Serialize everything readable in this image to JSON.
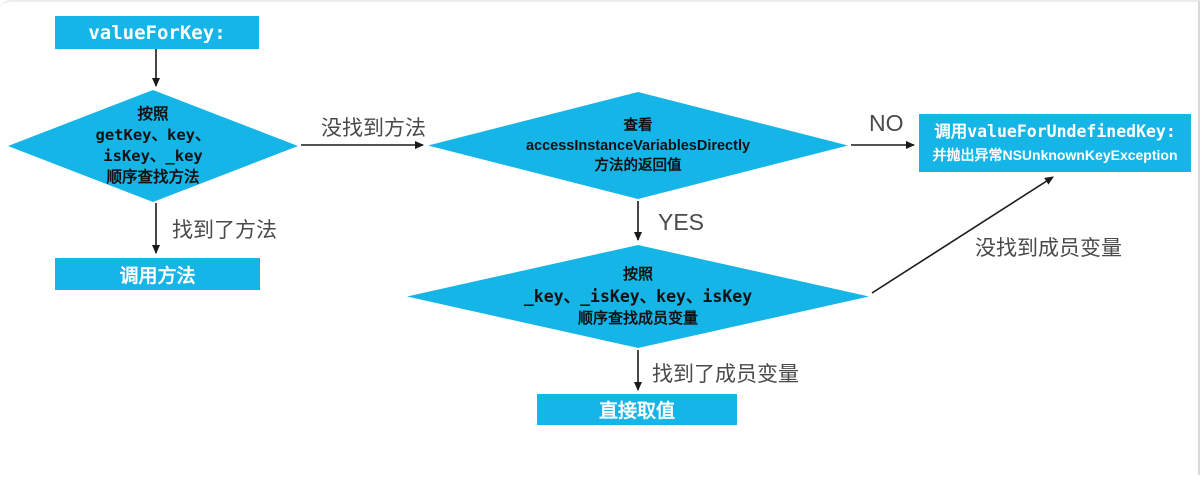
{
  "meta": {
    "title": "valueForKey: KVC lookup flowchart",
    "type": "flowchart"
  },
  "colors": {
    "node_fill": "#16b5e7",
    "node_text_light": "#ffffff",
    "node_text_dark": "#121212",
    "edge_label_text": "#4a4a4a",
    "arrow_stroke": "#1a1a1a",
    "page_background": "#ffffff",
    "page_border": "#dcdcdc"
  },
  "nodes": {
    "start": {
      "label": "valueForKey:"
    },
    "method_search": {
      "lines": [
        "按照",
        "getKey、key、",
        "isKey、_key",
        "顺序查找方法"
      ]
    },
    "invoke_method": {
      "label": "调用方法"
    },
    "check_accessor": {
      "lines": [
        "查看",
        "accessInstanceVariablesDirectly",
        "方法的返回值"
      ]
    },
    "undefined_key": {
      "lines": [
        "调用valueForUndefinedKey:",
        "并抛出异常NSUnknownKeyException"
      ]
    },
    "ivar_search": {
      "lines": [
        "按照",
        "_key、_isKey、key、isKey",
        "顺序查找成员变量"
      ]
    },
    "direct_value": {
      "label": "直接取值"
    }
  },
  "edge_labels": {
    "found_method": "找到了方法",
    "not_found_method": "没找到方法",
    "no": "NO",
    "yes": "YES",
    "found_ivar": "找到了成员变量",
    "not_found_ivar": "没找到成员变量"
  }
}
